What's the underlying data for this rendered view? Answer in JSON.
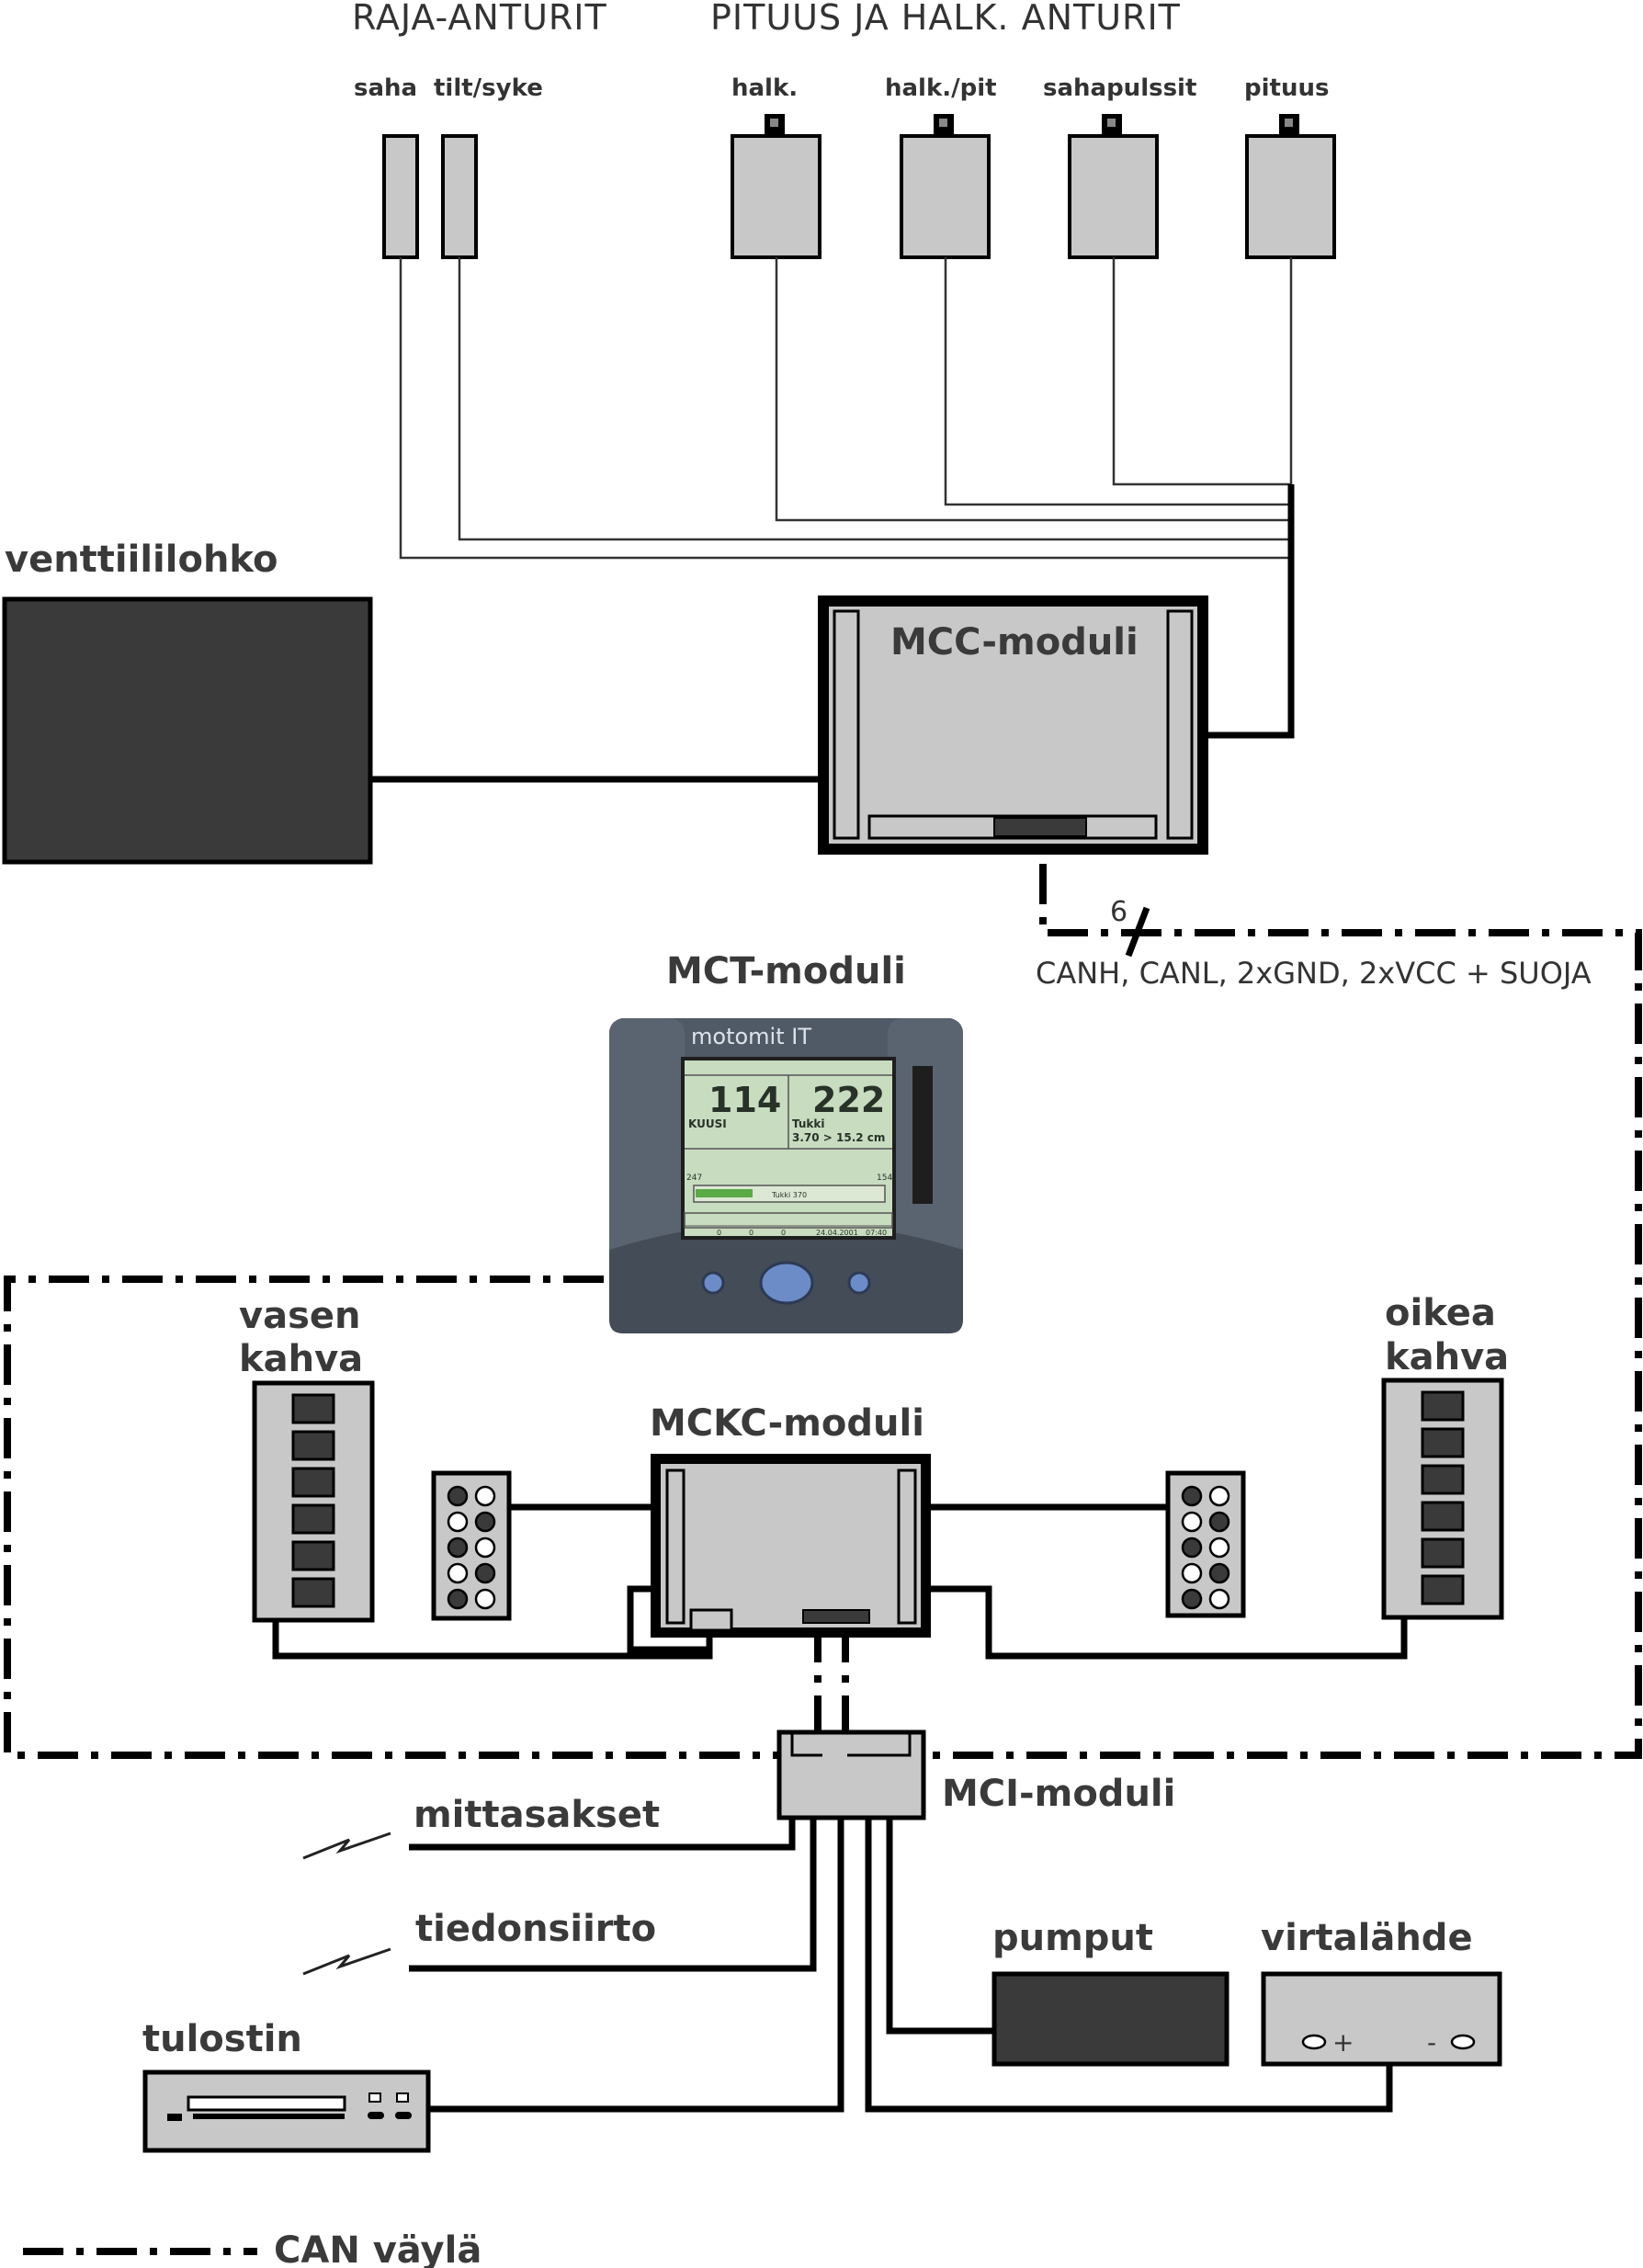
{
  "headings": {
    "limit_sensors": "RAJA-ANTURIT",
    "length_diameter_sensors": "PITUUS JA HALK. ANTURIT"
  },
  "sensors": [
    {
      "label": "saha"
    },
    {
      "label": "tilt/syke"
    },
    {
      "label": "halk."
    },
    {
      "label": "halk./pit"
    },
    {
      "label": "sahapulssit"
    },
    {
      "label": "pituus"
    }
  ],
  "valve_block": {
    "label": "venttiililohko"
  },
  "mcc": {
    "label": "MCC-moduli"
  },
  "mct": {
    "label": "MCT-moduli",
    "screen": {
      "brand": "motomit IT",
      "left_number": "114",
      "left_caption": "KUUSI",
      "right_number": "222",
      "right_caption": "Tukki",
      "right_detail": "3.70 > 15.2 cm",
      "bar_left": "247",
      "bar_right": "154",
      "bar_label": "Tukki 370",
      "footer_date": "24.04.2001",
      "footer_time": "07:40",
      "footer_values": [
        "0",
        "0",
        "0"
      ]
    }
  },
  "can_bus_spec": {
    "wire_count": "6",
    "signals": "CANH, CANL, 2xGND, 2xVCC + SUOJA"
  },
  "left_handle": {
    "label_line1": "vasen",
    "label_line2": "kahva"
  },
  "right_handle": {
    "label_line1": "oikea",
    "label_line2": "kahva"
  },
  "mckc": {
    "label": "MCKC-moduli"
  },
  "mci": {
    "label": "MCI-moduli"
  },
  "peripherals": {
    "calipers": "mittasakset",
    "data_transfer": "tiedonsiirto",
    "pumps": "pumput",
    "power_supply": "virtalähde",
    "printer": "tulostin"
  },
  "power_terminals": {
    "plus": "+",
    "minus": "-"
  },
  "legend": {
    "can_bus": "CAN väylä"
  },
  "colors": {
    "module_fill": "#c8c8c8",
    "dark_block": "#3a3a3a",
    "screen_green": "#c8dcc0",
    "device_body": "#505a66"
  }
}
